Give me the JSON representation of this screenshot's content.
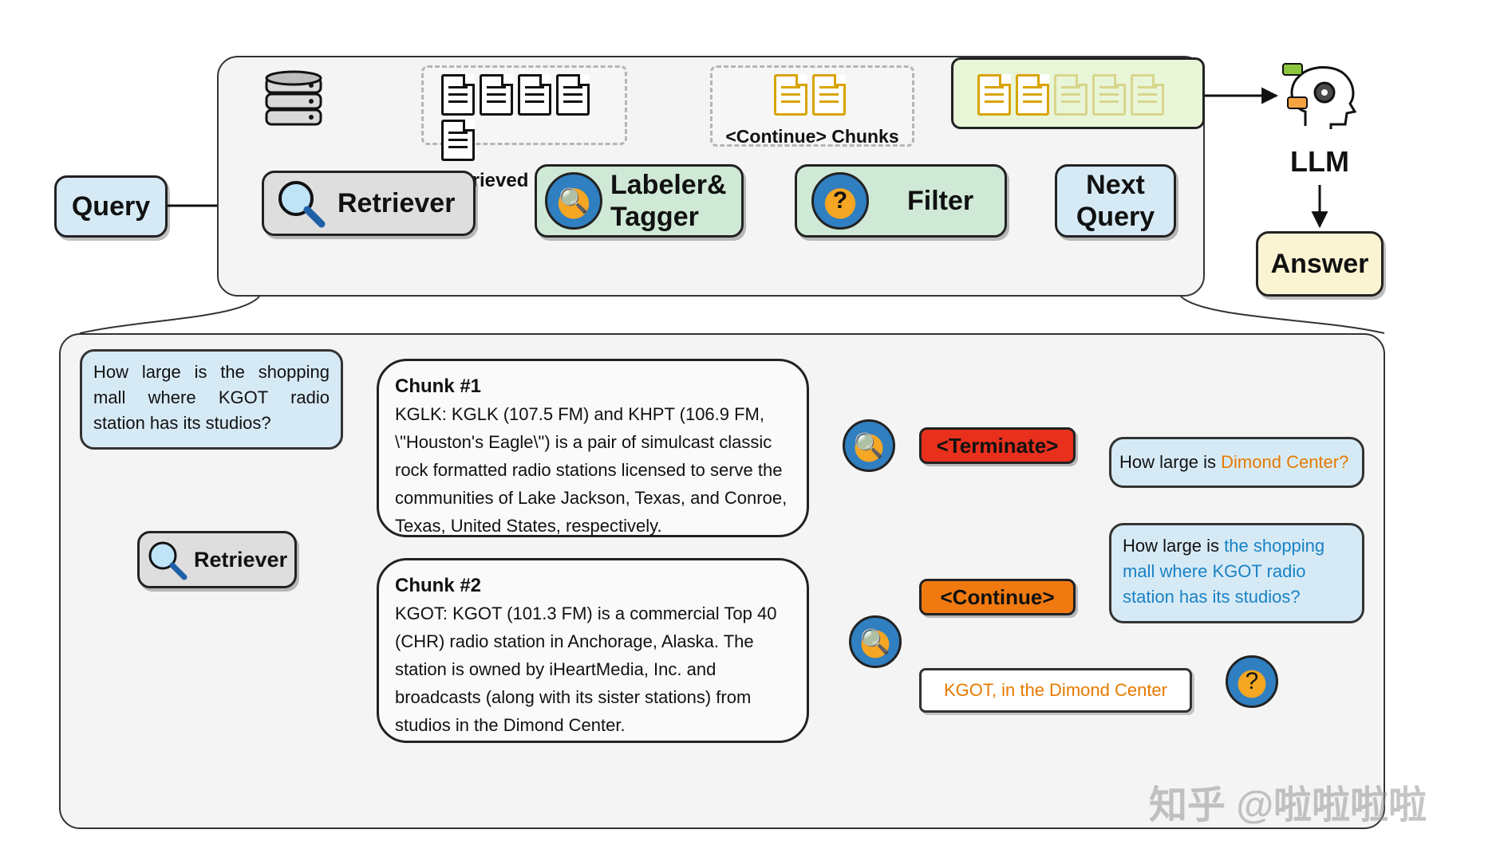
{
  "top": {
    "query": "Query",
    "retriever": "Retriever",
    "labeler_line1": "Labeler&",
    "labeler_line2": "Tagger",
    "filter": "Filter",
    "next_query_line1": "Next",
    "next_query_line2": "Query",
    "retrieved_chunks": "Retrieved Chunks",
    "continue_chunks": "<Continue> Chunks",
    "llm": "LLM",
    "answer": "Answer"
  },
  "detail": {
    "question": "How large is the shopping mall where KGOT radio station has its studios?",
    "retriever": "Retriever",
    "chunk1": {
      "title": "Chunk #1",
      "body": "KGLK: KGLK (107.5 FM) and KHPT (106.9 FM, \\\"Houston's Eagle\\\") is a pair of simulcast classic rock formatted radio stations licensed to serve the communities of Lake Jackson, Texas, and Conroe, Texas, United States, respectively."
    },
    "chunk2": {
      "title": "Chunk #2",
      "body": "KGOT: KGOT (101.3 FM) is a commercial Top 40 (CHR) radio station in Anchorage, Alaska. The station is owned by iHeartMedia, Inc. and broadcasts (along with its sister stations) from studios in the Dimond Center."
    },
    "terminate": "<Terminate>",
    "continue": "<Continue>",
    "extracted": "KGOT, in the Dimond Center",
    "rewritten_prefix": "How large is ",
    "rewritten_highlight": "the shopping mall where KGOT radio station has its studios?",
    "next_prefix": "How large is ",
    "next_highlight": "Dimond Center?"
  },
  "watermark": "知乎 @啦啦啦啦",
  "colors": {
    "terminate": "#e8301c",
    "continue": "#f07a10",
    "highlight_orange": "#e77a00",
    "highlight_teal": "#1a82c4"
  },
  "icons": [
    "database-icon",
    "document-icon",
    "magnifier-icon",
    "bert-character-icon",
    "brain-gear-icon"
  ]
}
